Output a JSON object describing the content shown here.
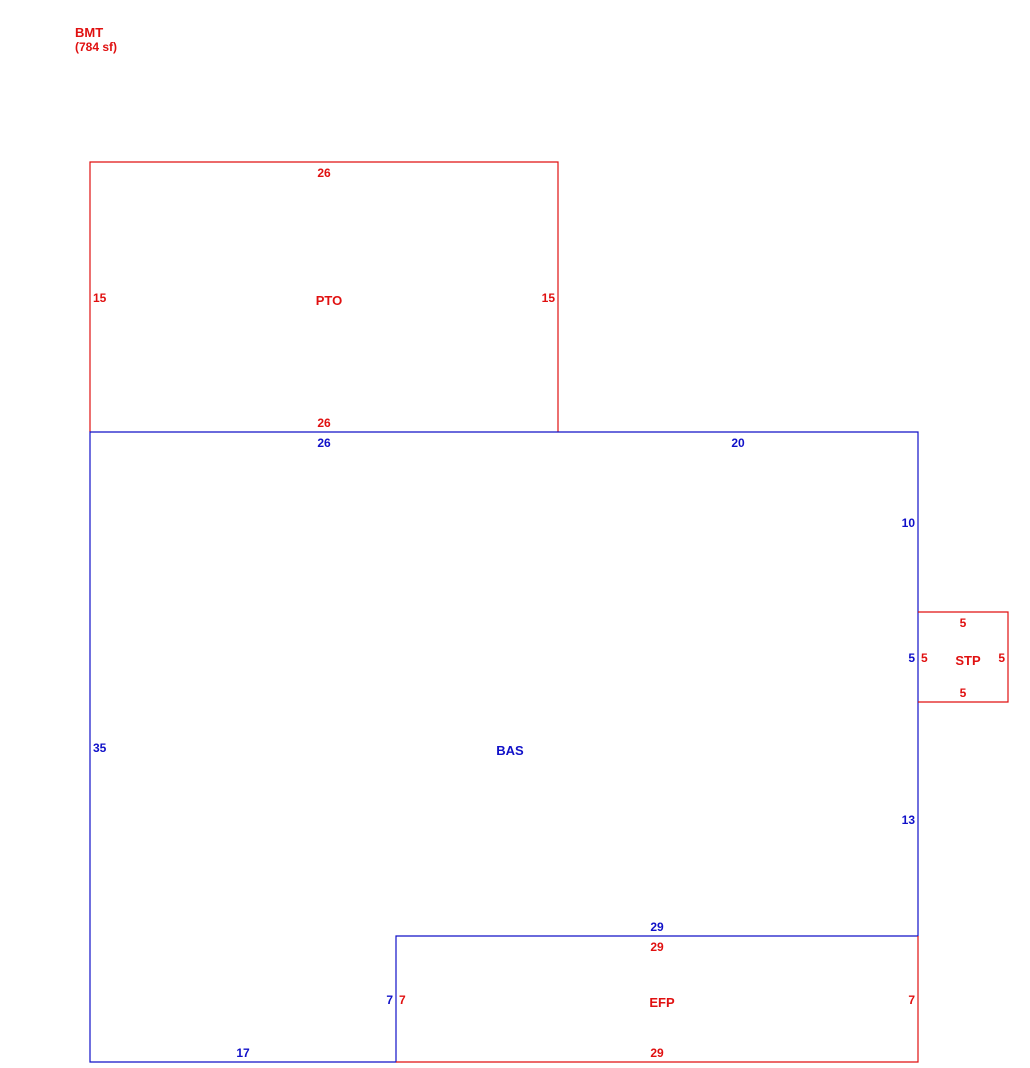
{
  "colors": {
    "red": "#e01010",
    "blue": "#1010c8"
  },
  "header": {
    "name": "BMT",
    "area": "(784 sf)"
  },
  "areas": {
    "pto": {
      "name": "PTO",
      "dims": {
        "top": "26",
        "left": "15",
        "right": "15",
        "bottom": "26"
      }
    },
    "bas": {
      "name": "BAS",
      "dims": {
        "top_left": "26",
        "top_right": "20",
        "right_upper": "10",
        "right_mid": "5",
        "right_lower": "13",
        "left": "35",
        "inner_top": "29",
        "inner_left": "7",
        "bottom": "17"
      }
    },
    "stp": {
      "name": "STP",
      "dims": {
        "top": "5",
        "left": "5",
        "right": "5",
        "bottom": "5"
      }
    },
    "efp": {
      "name": "EFP",
      "dims": {
        "top": "29",
        "left": "7",
        "right": "7",
        "bottom": "29"
      }
    }
  }
}
